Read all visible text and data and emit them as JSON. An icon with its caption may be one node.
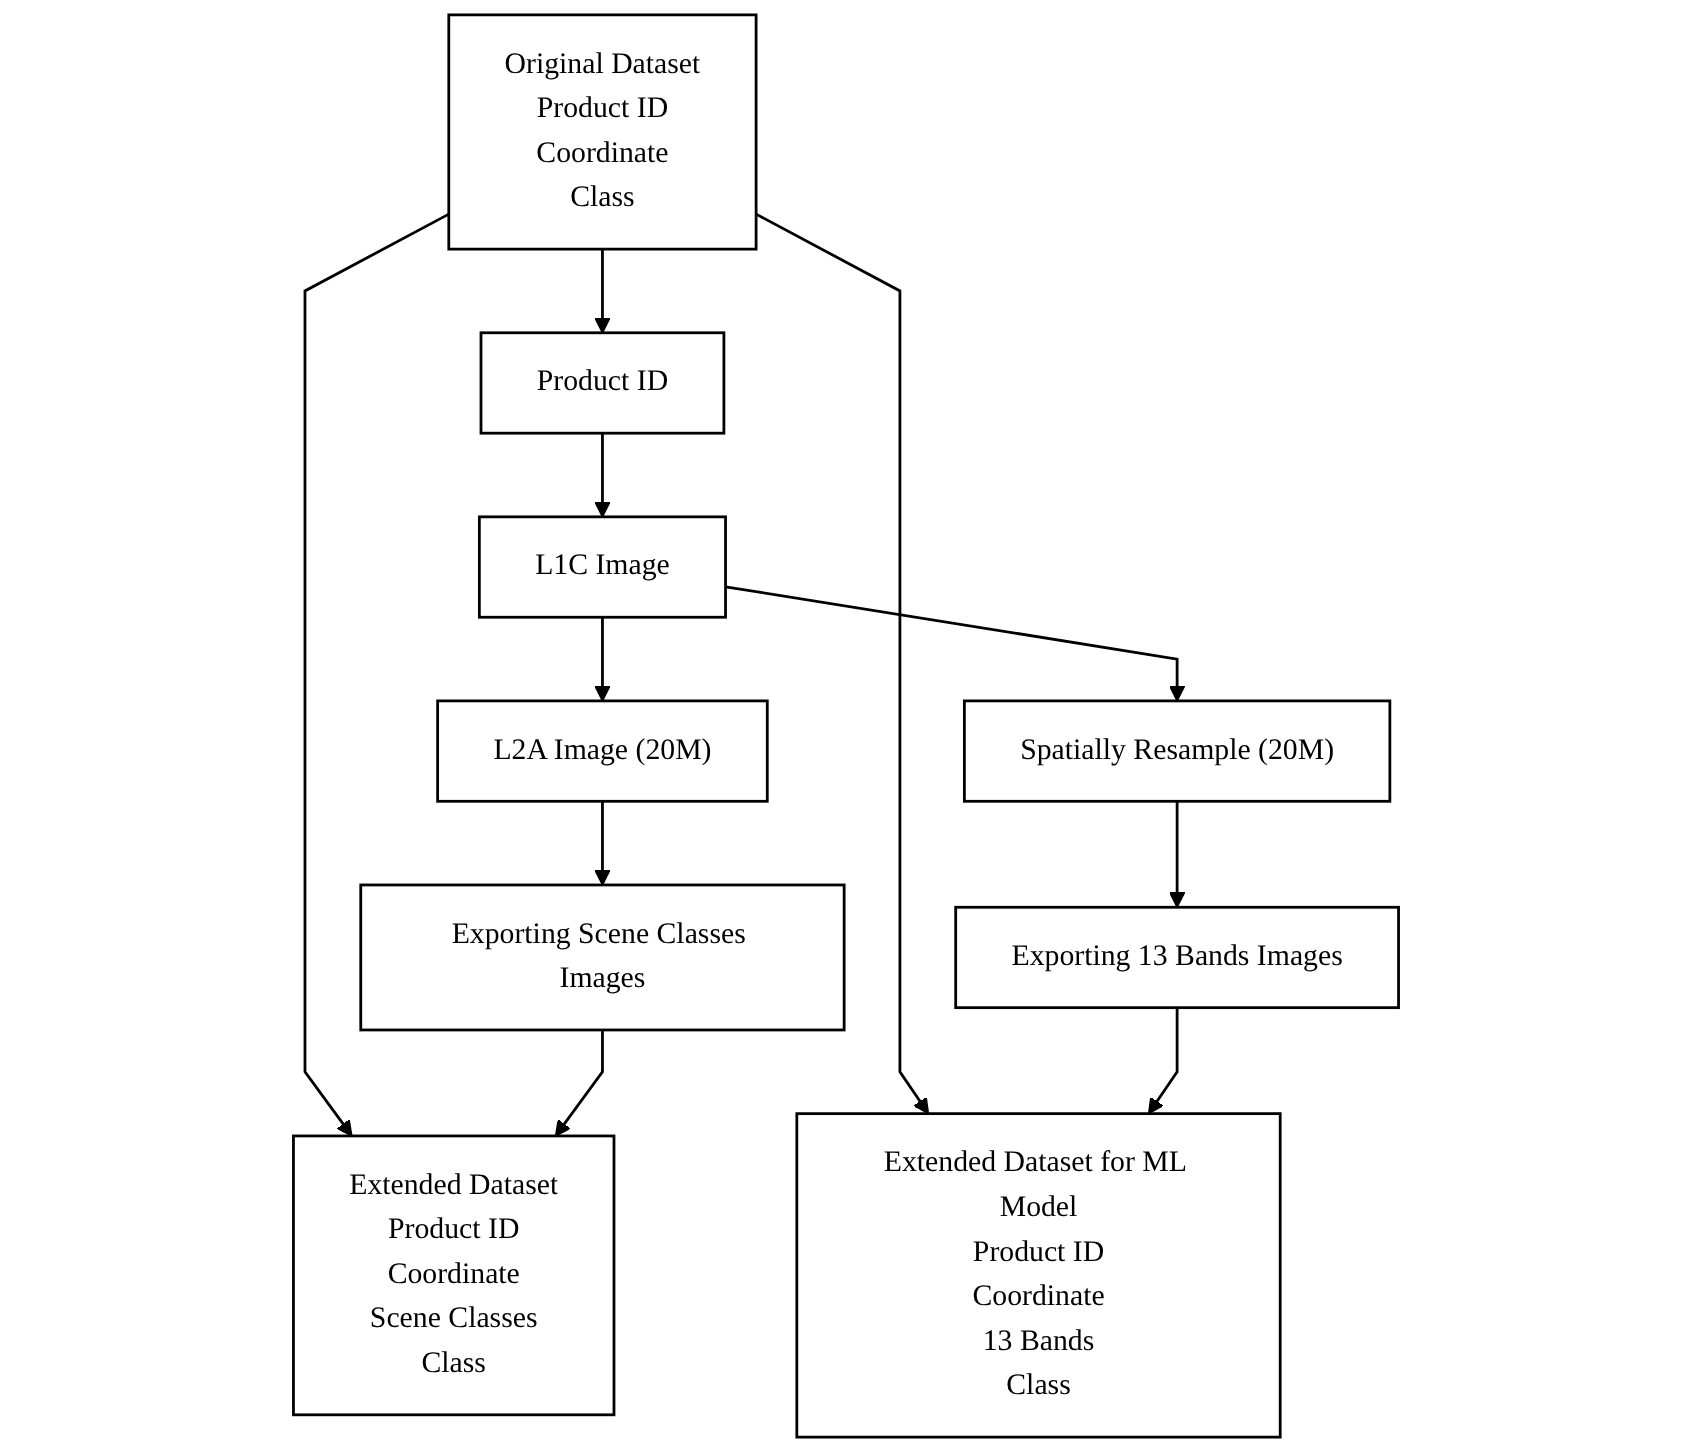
{
  "diagram": {
    "nodes": [
      {
        "text": [
          "Original Dataset",
          "Product ID",
          "Coordinate",
          "Class"
        ]
      },
      {
        "text": [
          "Product ID"
        ]
      },
      {
        "text": [
          "L1C Image"
        ]
      },
      {
        "text": [
          "L2A Image (20M)"
        ]
      },
      {
        "text": [
          "Exporting 13 Bands Images"
        ]
      },
      {
        "text": [
          "Spatially Resample (20M)"
        ]
      },
      {
        "text": [
          "Exporting Scene Classes Images"
        ]
      },
      {
        "text": [
          "Extended Dataset for ML Model",
          "Product ID",
          "Coordinate",
          "13 Bands",
          "Class"
        ]
      },
      {
        "text": [
          "Extended Dataset",
          "Product ID",
          "Coordinate",
          "Scene Classes",
          "Class"
        ]
      }
    ],
    "edges": [
      {
        "from": 0,
        "to": 1,
        "arrow": "to"
      },
      {
        "from": 0,
        "to": 7,
        "arrow": "to"
      },
      {
        "from": 0,
        "to": 8,
        "arrow": "to"
      },
      {
        "from": 1,
        "to": 2,
        "arrow": "to"
      },
      {
        "from": 2,
        "to": 3,
        "arrow": "to"
      },
      {
        "from": 2,
        "to": 5,
        "arrow": "to"
      },
      {
        "from": 5,
        "to": 4,
        "arrow": "to"
      },
      {
        "from": 3,
        "to": 6,
        "arrow": "to"
      },
      {
        "from": 4,
        "to": 7,
        "arrow": "to"
      },
      {
        "from": 6,
        "to": 8,
        "arrow": "to"
      }
    ]
  }
}
